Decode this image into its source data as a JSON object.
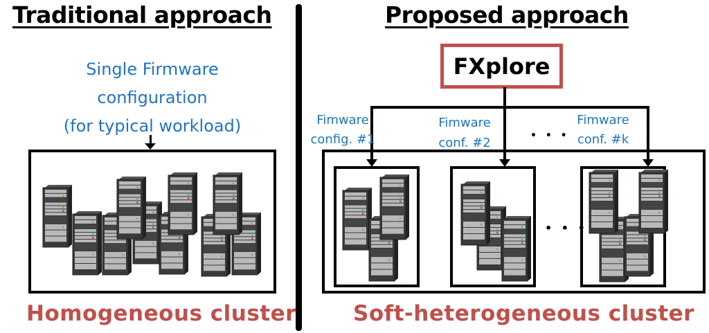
{
  "left_panel": {
    "heading": "Traditional approach",
    "config_label_lines": [
      "Single Firmware",
      "configuration",
      "(for typical workload)"
    ],
    "cluster_label": "Homogeneous cluster",
    "server_count": 10
  },
  "right_panel": {
    "heading": "Proposed approach",
    "tool_name": "FXplore",
    "configs": [
      {
        "line1": "Fimware",
        "line2": "config. #1",
        "server_count": 3
      },
      {
        "line1": "Fimware",
        "line2": "conf. #2",
        "server_count": 3
      },
      {
        "line1": "Fimware",
        "line2": "conf. #k",
        "server_count": 4
      }
    ],
    "config_ellipsis": "• • •",
    "group_ellipsis": "• • •",
    "cluster_label": "Soft-heterogeneous cluster"
  },
  "colors": {
    "label_blue": "#1f74c4",
    "accent_red": "#c0504d",
    "server_light": "#b9b9b9",
    "server_dark": "#3a3a3a",
    "led_green": "#3fd23f",
    "led_red": "#e0304a"
  }
}
